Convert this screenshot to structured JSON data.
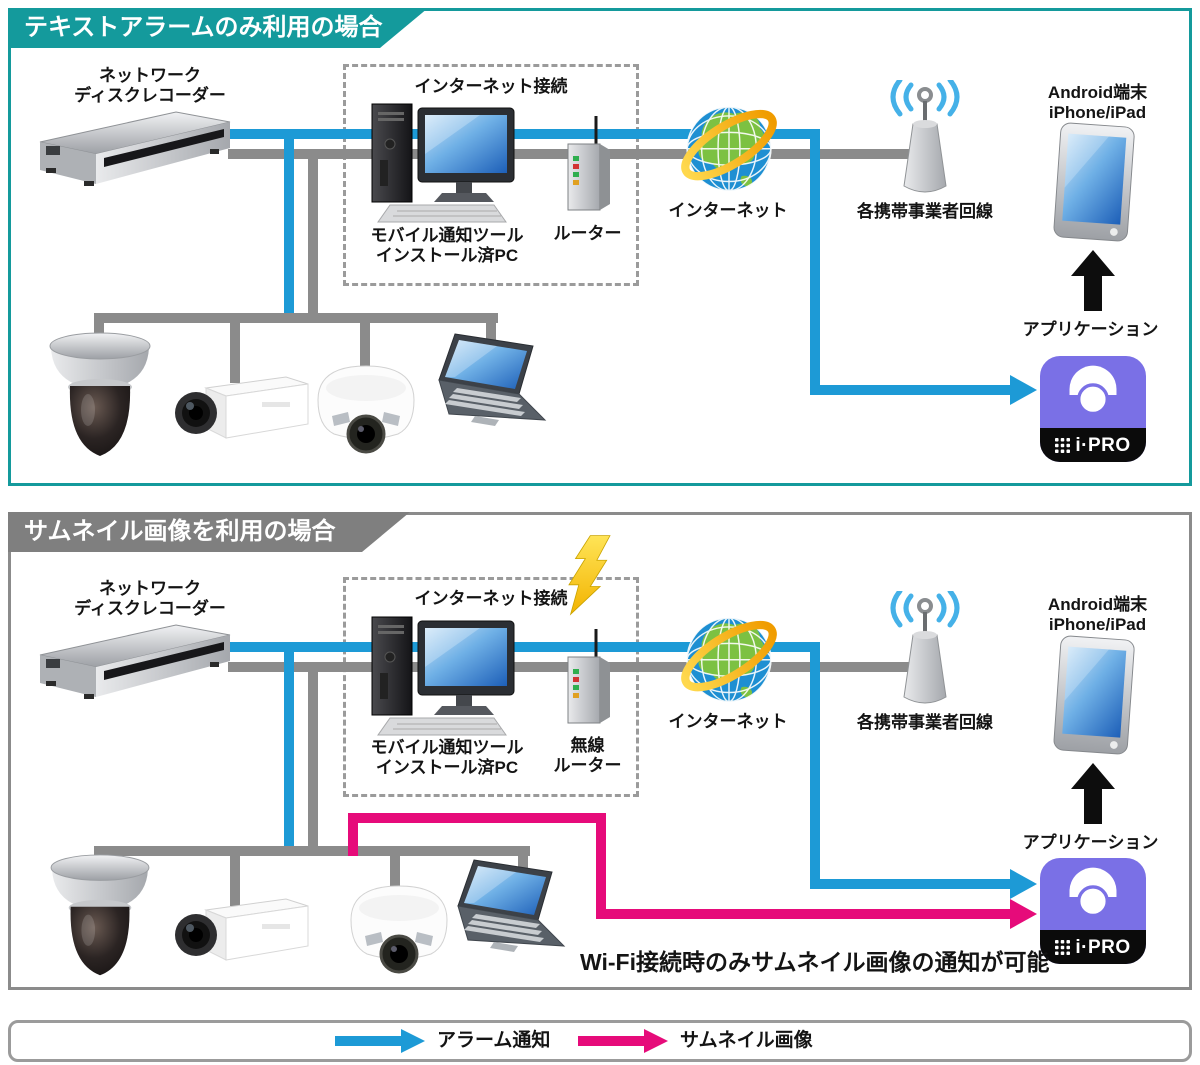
{
  "colors": {
    "teal_accent": "#149a9c",
    "gray_header": "#7f7f7f",
    "alarm_blue": "#1d9ad6",
    "thumbnail_pink": "#e60b7a",
    "network_gray": "#8b8b8b",
    "app_icon_purple": "#7a70e6"
  },
  "panel1": {
    "header": "テキストアラームのみ利用の場合",
    "recorder_label": "ネットワーク\nディスクレコーダー",
    "internet_connection_label": "インターネット接続",
    "pc_label": "モバイル通知ツール\nインストール済PC",
    "router_label": "ルーター",
    "internet_label": "インターネット",
    "carrier_label": "各携帯事業者回線",
    "mobile_label": "Android端末\niPhone/iPad",
    "application_label": "アプリケーション",
    "app_logo": "i·PRO"
  },
  "panel2": {
    "header": "サムネイル画像を利用の場合",
    "recorder_label": "ネットワーク\nディスクレコーダー",
    "internet_connection_label": "インターネット接続",
    "pc_label": "モバイル通知ツール\nインストール済PC",
    "router_label": "無線\nルーター",
    "internet_label": "インターネット",
    "carrier_label": "各携帯事業者回線",
    "mobile_label": "Android端末\niPhone/iPad",
    "application_label": "アプリケーション",
    "app_logo": "i·PRO",
    "wifi_note": "Wi-Fi接続時のみサムネイル画像の通知が可能"
  },
  "legend": {
    "alarm_label": "アラーム通知",
    "thumbnail_label": "サムネイル画像"
  }
}
